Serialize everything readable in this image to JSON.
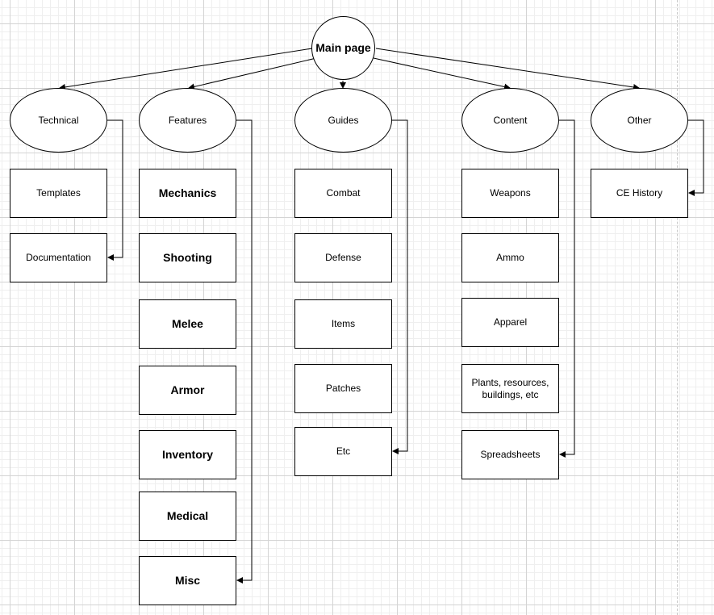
{
  "root": {
    "label": "Main page"
  },
  "columns": [
    {
      "id": "technical",
      "label": "Technical",
      "children": [
        {
          "label": "Templates"
        },
        {
          "label": "Documentation"
        }
      ]
    },
    {
      "id": "features",
      "label": "Features",
      "children": [
        {
          "label": "Mechanics"
        },
        {
          "label": "Shooting"
        },
        {
          "label": "Melee"
        },
        {
          "label": "Armor"
        },
        {
          "label": "Inventory"
        },
        {
          "label": "Medical"
        },
        {
          "label": "Misc"
        }
      ]
    },
    {
      "id": "guides",
      "label": "Guides",
      "children": [
        {
          "label": "Combat"
        },
        {
          "label": "Defense"
        },
        {
          "label": "Items"
        },
        {
          "label": "Patches"
        },
        {
          "label": "Etc"
        }
      ]
    },
    {
      "id": "content",
      "label": "Content",
      "children": [
        {
          "label": "Weapons"
        },
        {
          "label": "Ammo"
        },
        {
          "label": "Apparel"
        },
        {
          "label": "Plants, resources, buildings, etc"
        },
        {
          "label": "Spreadsheets"
        }
      ]
    },
    {
      "id": "other",
      "label": "Other",
      "children": [
        {
          "label": "CE History"
        }
      ]
    }
  ],
  "colors": {
    "line": "#000000",
    "grid_major": "#d4d4d4",
    "grid_minor": "#efefef"
  }
}
